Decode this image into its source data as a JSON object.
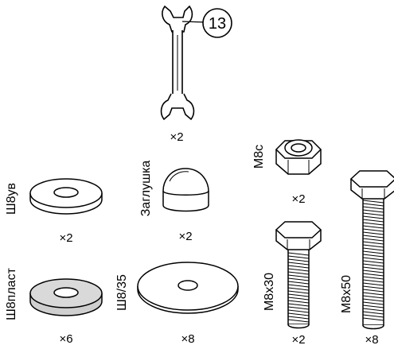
{
  "tool": {
    "size_label": "13",
    "qty": "×2",
    "icon": "wrench-icon"
  },
  "parts": {
    "washer_sh8uv": {
      "label": "Ш8ув",
      "qty": "×2"
    },
    "cap_zaglushka": {
      "label": "Заглушка",
      "qty": "×2"
    },
    "nut_m8c": {
      "label": "M8c",
      "qty": "×2"
    },
    "washer_sh8plast": {
      "label": "Ш8пласт",
      "qty": "×6",
      "fill": "#d9d9d9"
    },
    "washer_sh8_35": {
      "label": "Ш8/35",
      "qty": "×8"
    },
    "bolt_m8x30": {
      "label": "M8x30",
      "qty": "×2"
    },
    "bolt_m8x50": {
      "label": "M8x50",
      "qty": "×8"
    }
  }
}
